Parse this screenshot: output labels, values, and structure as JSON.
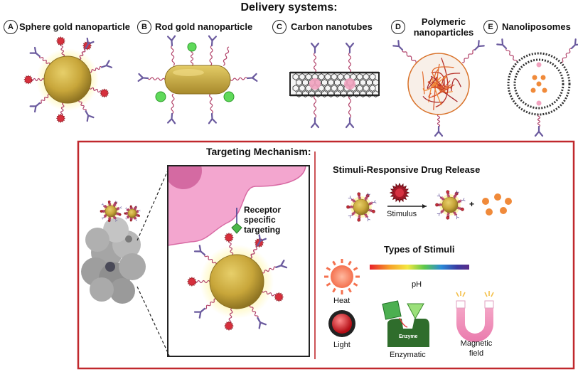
{
  "title": "Delivery systems:",
  "systems": [
    {
      "letter": "A",
      "label": "Sphere gold nanoparticle"
    },
    {
      "letter": "B",
      "label": "Rod gold nanoparticle"
    },
    {
      "letter": "C",
      "label": "Carbon nanotubes"
    },
    {
      "letter": "D",
      "label": "Polymeric nanoparticles"
    },
    {
      "letter": "E",
      "label": "Nanoliposomes"
    }
  ],
  "targeting": {
    "title": "Targeting Mechanism:",
    "receptor_label": "Receptor specific targeting"
  },
  "release": {
    "title": "Stimuli-Responsive Drug Release",
    "stimulus_label": "Stimulus",
    "plus": "+",
    "types_title": "Types of  Stimuli",
    "stimuli": {
      "heat": "Heat",
      "ph": "pH",
      "light": "Light",
      "enzymatic": "Enzymatic",
      "enzyme_tag": "Enzyme",
      "magnetic": "Magnetic field"
    }
  },
  "colors": {
    "frame": "#c0282d",
    "gold": "#c8a63a",
    "halo": "#f6ee98",
    "spike": "#d62f3c",
    "linker": "#b2436a",
    "antibody": "#6a5a9e",
    "pink_cell": "#f0a0cc",
    "green": "#5fd95a"
  }
}
